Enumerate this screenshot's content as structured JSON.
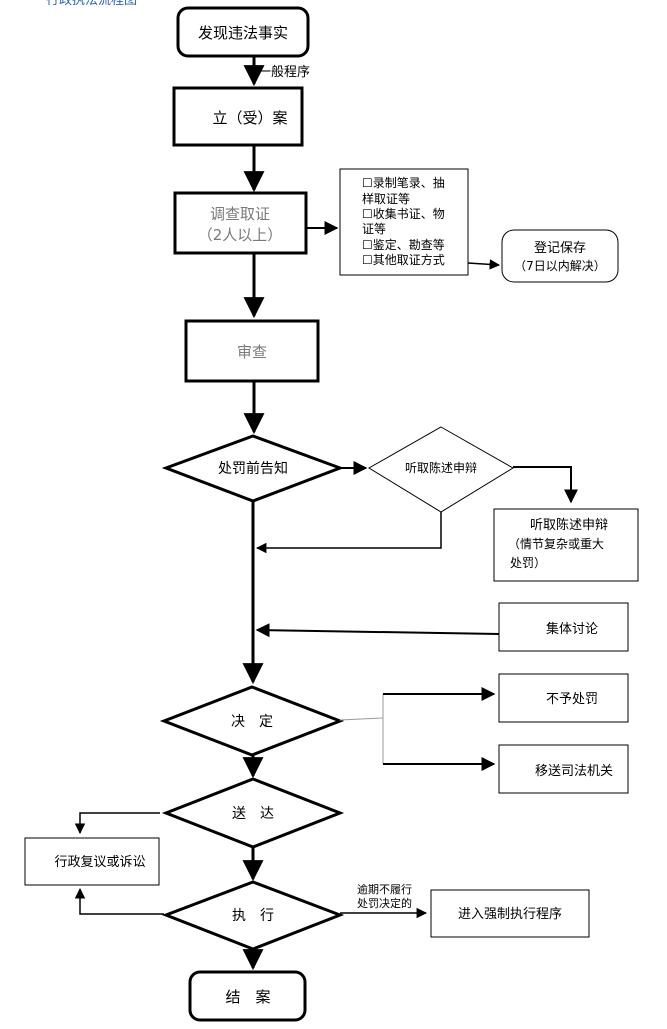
{
  "header_partial": "行政执法流程图",
  "nodes": {
    "discover": "发现违法事实",
    "general_procedure": "一般程序",
    "file_case": "立（受）案",
    "investigate_line1": "调查取证",
    "investigate_line2": "（2人以上）",
    "evidence_methods": [
      "☐录制笔录、抽",
      "样取证等",
      "☐收集书证、物",
      "证等",
      "☐鉴定、勘查等",
      "☐其他取证方式"
    ],
    "register_line1": "登记保存",
    "register_line2": "（7日以内解决）",
    "review": "审查",
    "pre_notice": "处罚前告知",
    "hear_statement": "听取陈述申辩",
    "hearing_box_line1": "听取陈述申辩",
    "hearing_box_line2": "（情节复杂或重大",
    "hearing_box_line3": "处罚）",
    "collective": "集体讨论",
    "decision": "决　定",
    "no_penalty": "不予处罚",
    "transfer": "移送司法机关",
    "delivery": "送　达",
    "review_or_lawsuit": "行政复议或诉讼",
    "execute": "执　行",
    "overdue_line1": "逾期不履行",
    "overdue_line2": "处罚决定的",
    "enforce": "进入强制执行程序",
    "close": "结　案"
  }
}
